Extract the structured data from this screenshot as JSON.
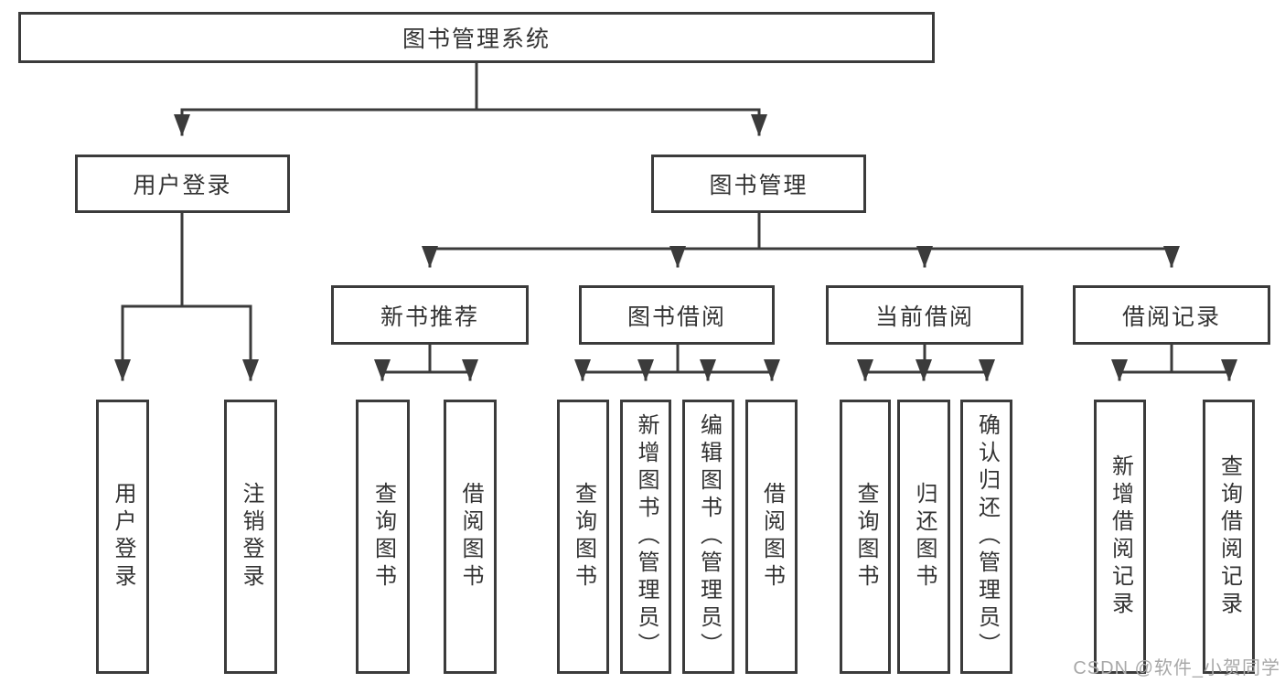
{
  "watermark": "CSDN @软件_小贺同学",
  "colors": {
    "line": "#3b3b3b",
    "text": "#333333",
    "background": "#ffffff",
    "watermark": "#a8a8a8"
  },
  "nodes": {
    "root": {
      "label": "图书管理系统"
    },
    "userLogin": {
      "label": "用户登录",
      "children": [
        {
          "label": "用户登录"
        },
        {
          "label": "注销登录"
        }
      ]
    },
    "bookManagement": {
      "label": "图书管理"
    },
    "newBookRecommend": {
      "label": "新书推荐",
      "children": [
        {
          "label": "查询图书"
        },
        {
          "label": "借阅图书"
        }
      ]
    },
    "bookBorrowing": {
      "label": "图书借阅",
      "children": [
        {
          "label": "查询图书"
        },
        {
          "label": "新增图书（管理员）"
        },
        {
          "label": "编辑图书（管理员）"
        },
        {
          "label": "借阅图书"
        }
      ]
    },
    "currentBorrowing": {
      "label": "当前借阅",
      "children": [
        {
          "label": "查询图书"
        },
        {
          "label": "归还图书"
        },
        {
          "label": "确认归还（管理员）"
        }
      ]
    },
    "borrowingRecords": {
      "label": "借阅记录",
      "children": [
        {
          "label": "新增借阅记录"
        },
        {
          "label": "查询借阅记录"
        }
      ]
    }
  }
}
